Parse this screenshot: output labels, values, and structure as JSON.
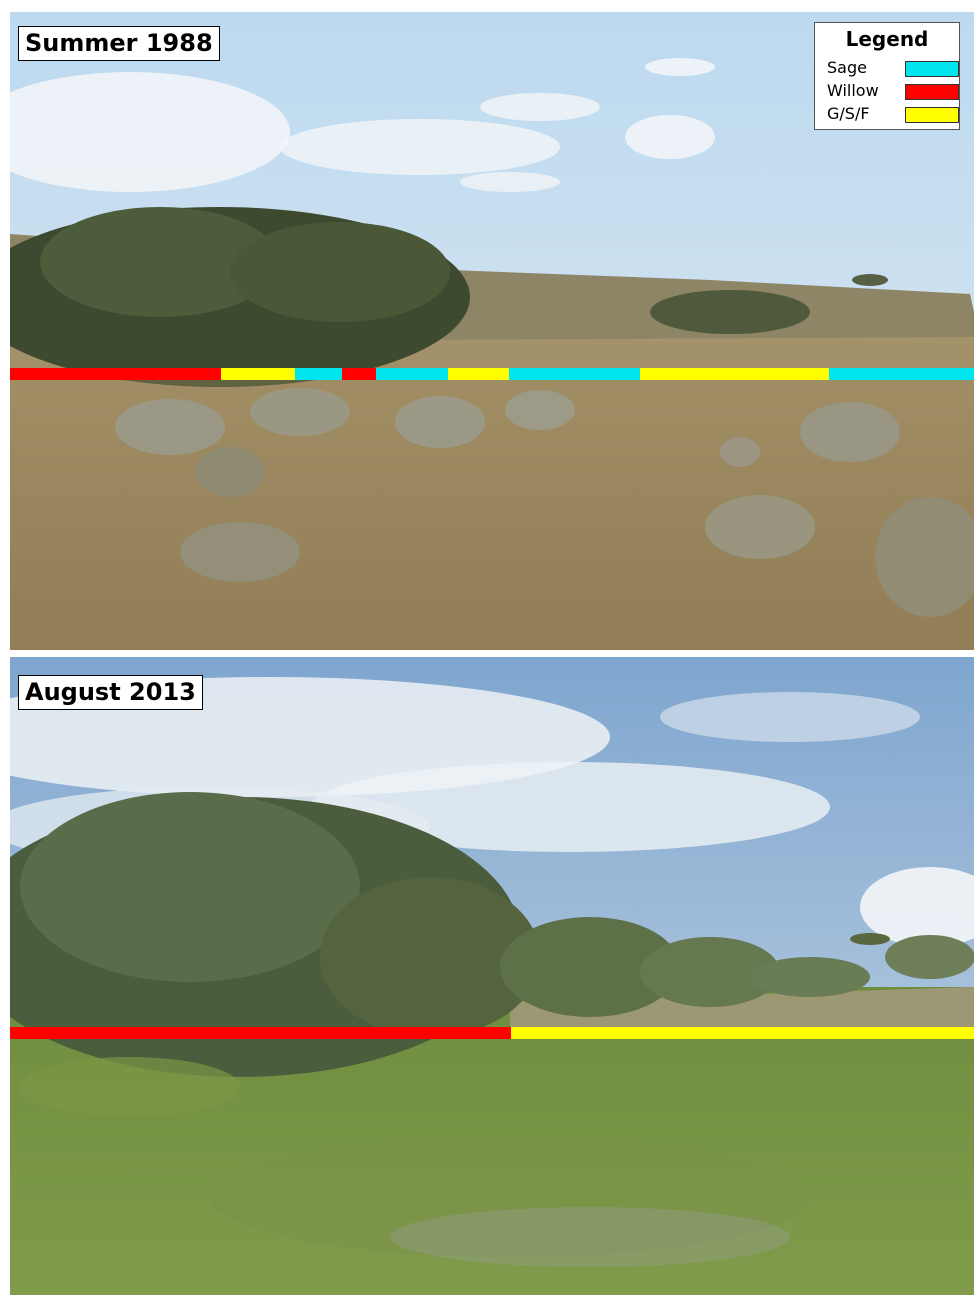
{
  "panels": [
    {
      "id": "top",
      "label": "Summer 1988",
      "segments": [
        {
          "class": "Willow",
          "fraction": 0.219
        },
        {
          "class": "G/S/F",
          "fraction": 0.077
        },
        {
          "class": "Sage",
          "fraction": 0.048
        },
        {
          "class": "Willow",
          "fraction": 0.036
        },
        {
          "class": "Sage",
          "fraction": 0.074
        },
        {
          "class": "G/S/F",
          "fraction": 0.064
        },
        {
          "class": "Sage",
          "fraction": 0.136
        },
        {
          "class": "G/S/F",
          "fraction": 0.196
        },
        {
          "class": "Sage",
          "fraction": 0.15
        }
      ]
    },
    {
      "id": "bottom",
      "label": "August 2013",
      "segments": [
        {
          "class": "Willow",
          "fraction": 0.52
        },
        {
          "class": "G/S/F",
          "fraction": 0.48
        }
      ]
    }
  ],
  "legend": {
    "title": "Legend",
    "items": [
      {
        "label": "Sage",
        "color": "#00e5ee"
      },
      {
        "label": "Willow",
        "color": "#ff0000"
      },
      {
        "label": "G/S/F",
        "color": "#ffff00"
      }
    ]
  }
}
